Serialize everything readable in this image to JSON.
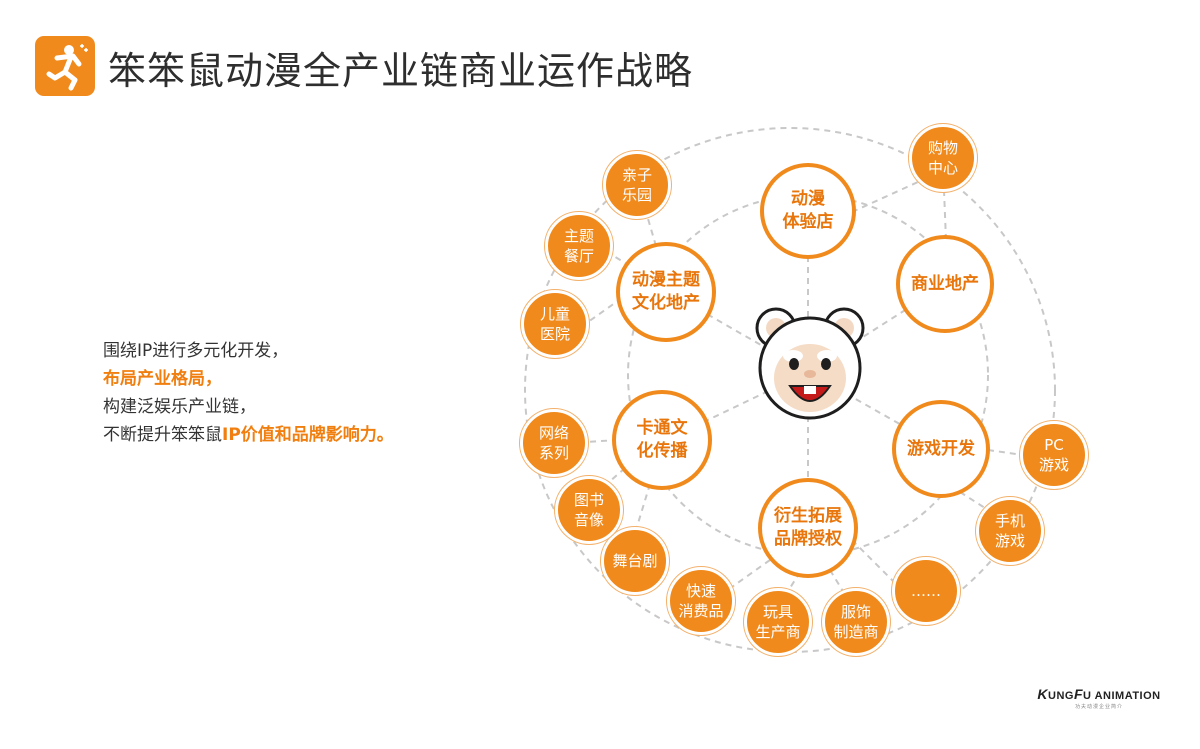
{
  "header": {
    "title": "笨笨鼠动漫全产业链商业运作战略"
  },
  "description": {
    "line1": "围绕IP进行多元化开发，",
    "line2": "布局产业格局，",
    "line3": "构建泛娱乐产业链，",
    "line4_prefix": "不断提升笨笨鼠",
    "line4_highlight": "IP价值和品牌影响力。"
  },
  "diagram": {
    "hubs": {
      "anime_store": "动漫\n体验店",
      "commercial_real_estate": "商业地产",
      "game_dev": "游戏开发",
      "derivative": "衍生拓展\n品牌授权",
      "cartoon_culture": "卡通文\n化传播",
      "theme_real_estate": "动漫主题\n文化地产"
    },
    "leaves": {
      "shopping_center": "购物\n中心",
      "pc_game": "PC\n游戏",
      "mobile_game": "手机\n游戏",
      "ellipsis": "……",
      "apparel": "服饰\n制造商",
      "toys": "玩具\n生产商",
      "fmcg": "快速\n消费品",
      "stage_play": "舞台剧",
      "books_video": "图书\n音像",
      "network_series": "网络\n系列",
      "children_hospital": "儿童\n医院",
      "theme_restaurant": "主题\n餐厅",
      "family_park": "亲子\n乐园"
    }
  },
  "colors": {
    "accent": "#f08a1c",
    "highlight_text": "#f07f10",
    "dashed_line": "#c8c8c8"
  },
  "brand": {
    "name_big1": "K",
    "name_small1": "UNG",
    "name_big2": "F",
    "name_small2": "U ANIMATION",
    "sub": "功夫动漫企业简介"
  }
}
